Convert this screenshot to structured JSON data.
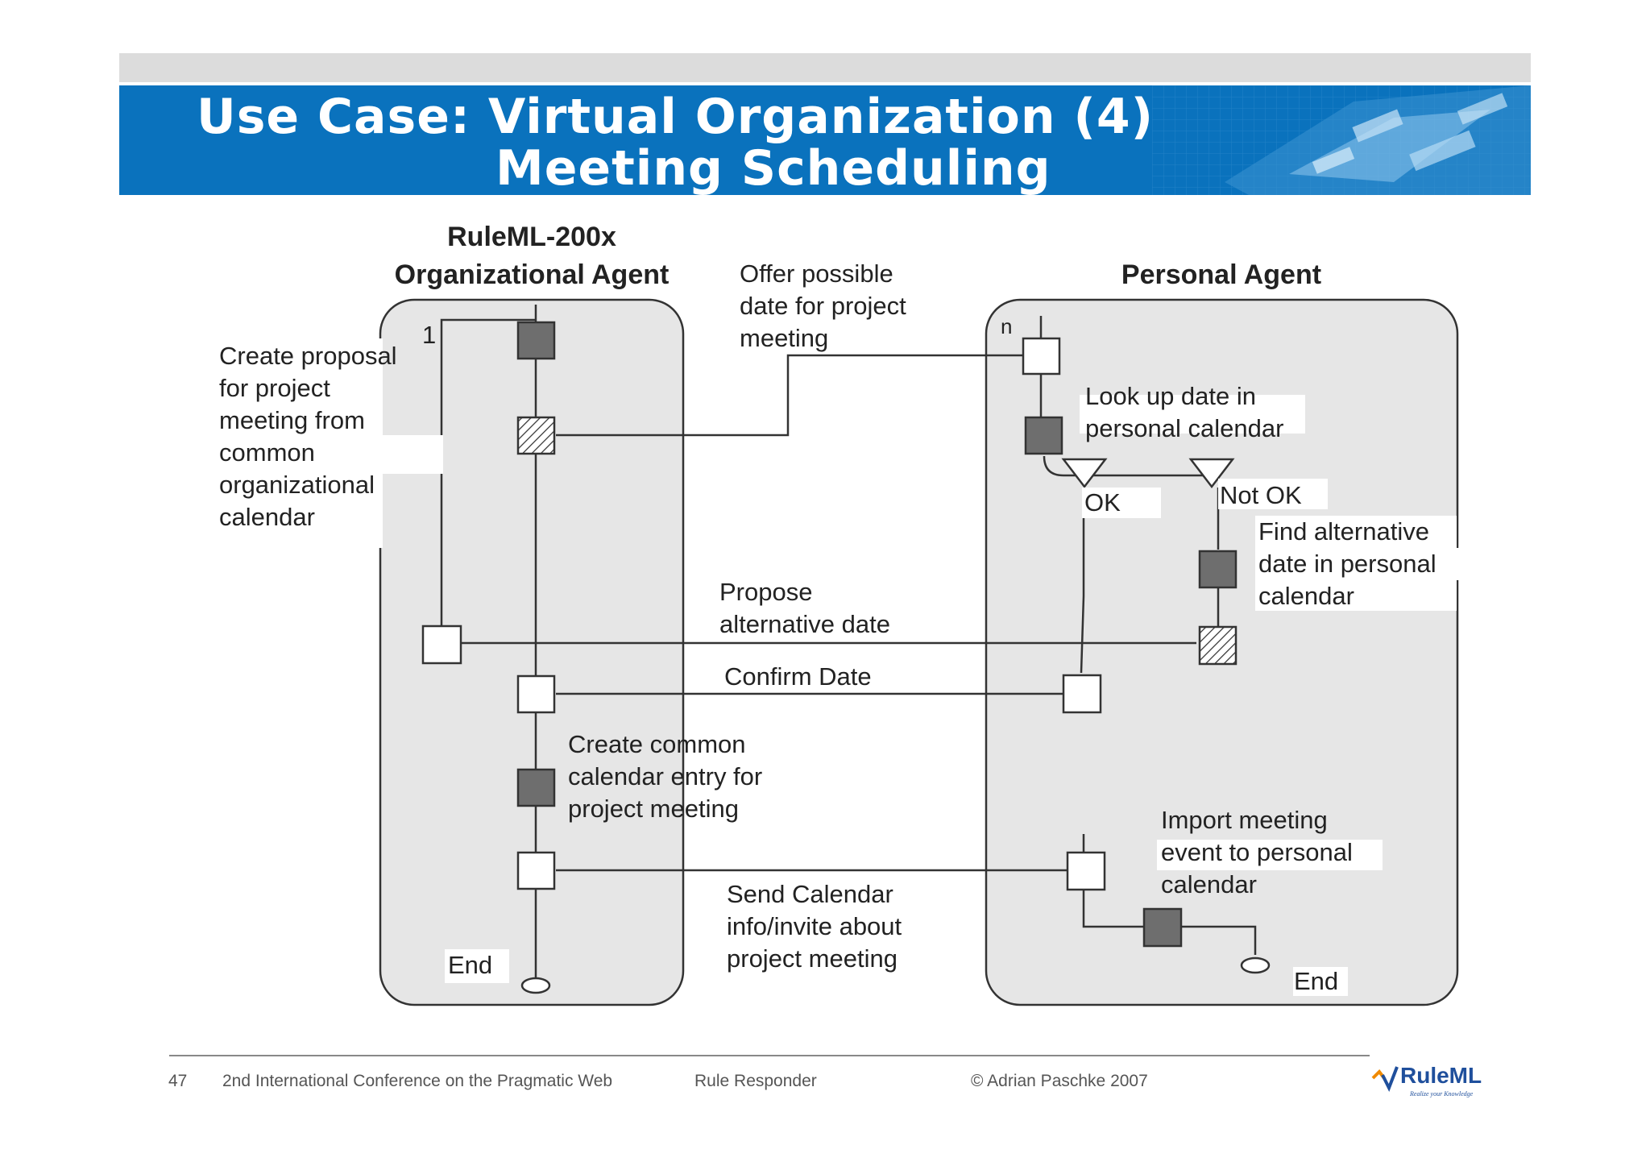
{
  "slide": {
    "title_line1": "Use Case: Virtual Organization (4)",
    "title_line2": "Meeting Scheduling"
  },
  "diagram": {
    "lane_left_title_line1": "RuleML-200x",
    "lane_left_title_line2": "Organizational Agent",
    "lane_right_title": "Personal Agent",
    "multiplicity_one": "1",
    "multiplicity_n": "n",
    "create_proposal": [
      "Create proposal",
      "for project",
      "meeting from",
      "common",
      "organizational",
      "calendar"
    ],
    "offer_date": [
      "Offer possible",
      "date for project",
      "meeting"
    ],
    "look_up": [
      "Look up date in",
      "personal calendar"
    ],
    "ok": "OK",
    "not_ok": "Not OK",
    "find_alternative": [
      "Find alternative",
      "date in personal",
      "calendar"
    ],
    "propose_alternative": [
      "Propose",
      "alternative date"
    ],
    "confirm_date": "Confirm Date",
    "create_common": [
      "Create common",
      "calendar entry for",
      "project meeting"
    ],
    "import_meeting": [
      "Import meeting",
      "event to personal",
      "calendar"
    ],
    "send_calendar": [
      "Send Calendar",
      "info/invite about",
      "project meeting"
    ],
    "end_left": "End",
    "end_right": "End"
  },
  "footer": {
    "page_number": "47",
    "conference": "2nd International Conference on the Pragmatic Web",
    "talk": "Rule Responder",
    "copyright": "© Adrian Paschke 2007",
    "logo_text": "RuleML",
    "logo_tagline": "Realize your Knowledge"
  },
  "colors": {
    "title_bar": "#0a72bd",
    "lane_fill": "#e6e6e6",
    "activity_fill": "#6e6e6e"
  }
}
